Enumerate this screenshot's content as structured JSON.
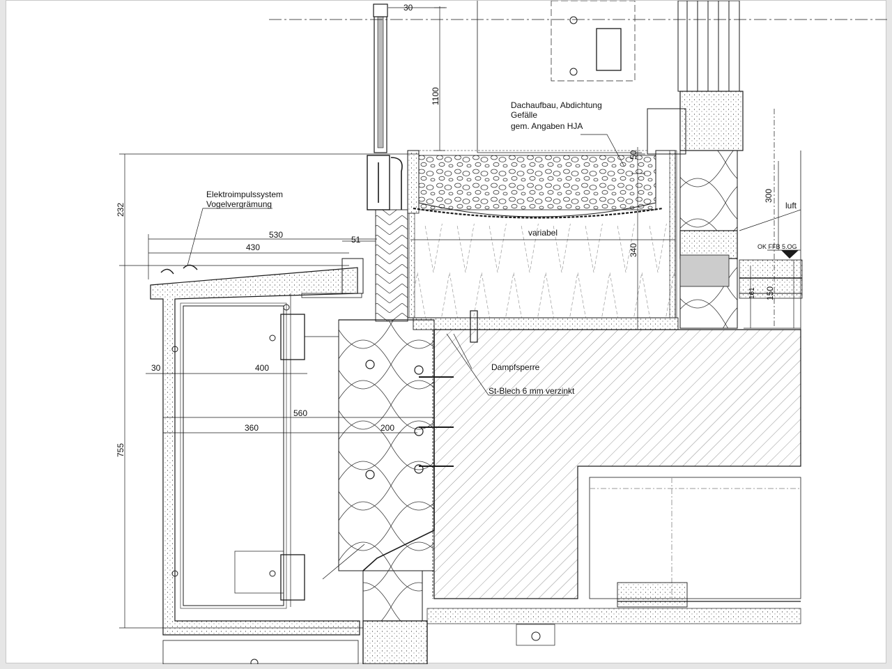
{
  "annotations": {
    "bird_system_line1": "Elektroimpulssystem",
    "bird_system_line2": "Vogelvergrämung",
    "roof_line1": "Dachaufbau, Abdichtung",
    "roof_line2": "Gefälle",
    "roof_line3": "gem. Angaben HJA",
    "variable": "variabel",
    "vapor_barrier": "Dampfsperre",
    "steel_sheet": "St-Blech 6 mm verzinkt",
    "luft_partial": "luft",
    "floor_level": "OK FFB 5.OG"
  },
  "dimensions": {
    "d30_top": "30",
    "d1100": "1100",
    "d50": "50",
    "d300": "300",
    "d232": "232",
    "d530": "530",
    "d430": "430",
    "d51": "51",
    "d340": "340",
    "d161": "161",
    "d150": "150",
    "d30_left": "30",
    "d400": "400",
    "d560": "560",
    "d360": "360",
    "d200": "200",
    "d755": "755"
  },
  "colors": {
    "line": "#1a1a1a",
    "hatch": "#555555",
    "background": "#ffffff"
  }
}
